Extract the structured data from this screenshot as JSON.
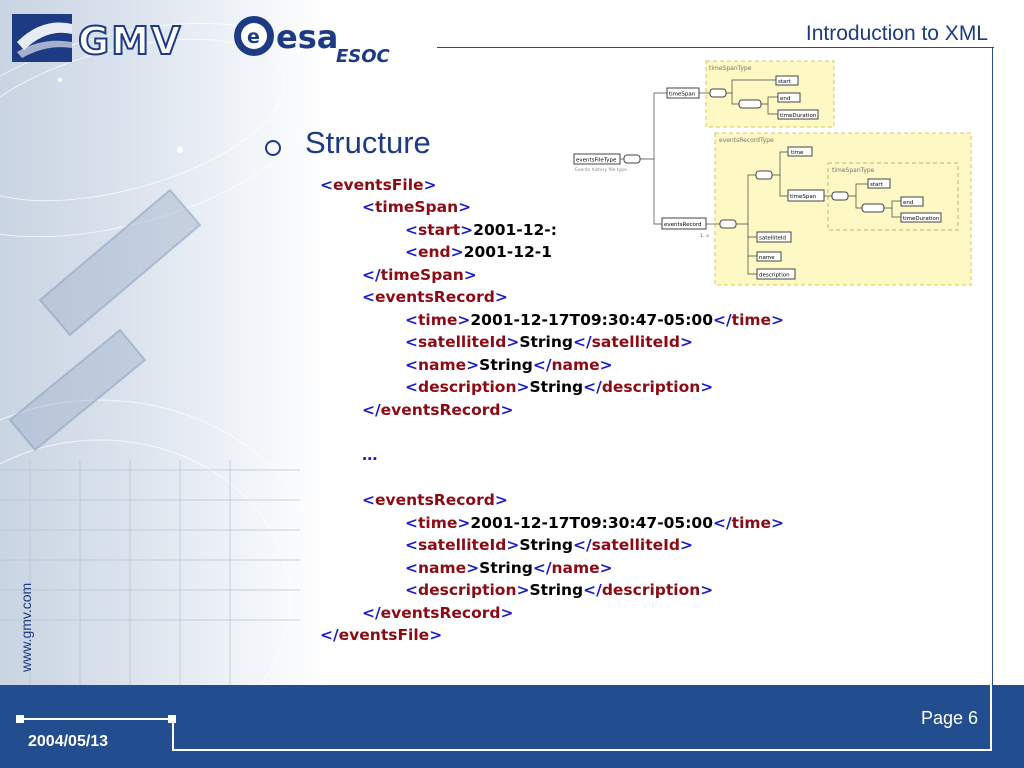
{
  "header": {
    "title": "Introduction to XML",
    "gmv_logo_text": "GMV",
    "esa_logo_text": "esa",
    "esoc_logo_text": "ESOC"
  },
  "main": {
    "heading": "Structure",
    "code": {
      "events_file_open": "eventsFile",
      "time_span_open": "timeSpan",
      "start_tag": "start",
      "start_value": "2001-12-:",
      "end_tag": "end",
      "end_value": "2001-12-1",
      "time_span_close": "timeSpan",
      "records": [
        {
          "tag": "eventsRecord",
          "time_tag": "time",
          "time_value": "2001-12-17T09:30:47-05:00",
          "satellite_tag": "satelliteId",
          "satellite_value": "String",
          "name_tag": "name",
          "name_value": "String",
          "description_tag": "description",
          "description_value": "String"
        },
        {
          "tag": "eventsRecord",
          "time_tag": "time",
          "time_value": "2001-12-17T09:30:47-05:00",
          "satellite_tag": "satelliteId",
          "satellite_value": "String",
          "name_tag": "name",
          "name_value": "String",
          "description_tag": "description",
          "description_value": "String"
        }
      ],
      "ellipsis": "…",
      "events_file_close": "eventsFile"
    }
  },
  "diagram": {
    "time_span_type": "timeSpanType",
    "time_span": "timeSpan",
    "start": "start",
    "end": "end",
    "time_duration": "timeDuration",
    "events_file_type": "eventsFileType",
    "events_file_caption": "Events history file type",
    "events_record_type": "eventsRecordType",
    "time": "time",
    "inner_time_span": "timeSpan",
    "inner_time_span_type": "timeSpanType",
    "inner_start": "start",
    "inner_end": "end",
    "inner_time_duration": "timeDuration",
    "events_record": "eventsRecord",
    "occurs": "1..∞",
    "satellite_id": "satelliteId",
    "name": "name",
    "description": "description"
  },
  "footer": {
    "date": "2004/05/13",
    "page": "Page 6",
    "website": "www.gmv.com"
  },
  "colors": {
    "brand_blue": "#1d3b83",
    "footer_blue": "#224d8f",
    "bracket_blue": "#1a1ac8",
    "tag_red": "#8b0a14",
    "diagram_yellow": "#fdf8c4"
  }
}
